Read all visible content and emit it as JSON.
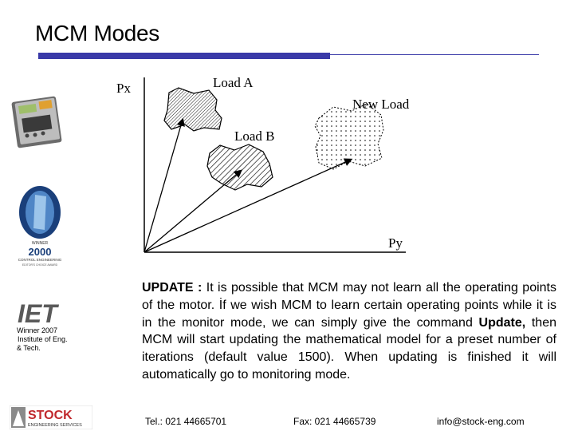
{
  "title": "MCM Modes",
  "diagram": {
    "axis_y_label": "Px",
    "axis_x_label": "Py",
    "load_a_label": "Load A",
    "load_b_label": "Load B",
    "new_load_label": "New Load"
  },
  "body": {
    "update_heading": "UPDATE :",
    "text_part1": " It is possible that MCM may not learn all the operating points of the motor. İf we wish MCM to learn certain operating points while it is in the monitor mode, we can simply give the command ",
    "update_bold": "Update,",
    "text_part2": " then MCM will start updating the mathematical model for a preset number of iterations (default value 1500). When updating is finished it will automatically go to monitoring mode."
  },
  "footer": {
    "tel": "Tel.: 021 44665701",
    "fax": "Fax: 021 44665739",
    "email": "info@stock-eng.com"
  },
  "logos": {
    "award_winner": "WINNER",
    "award_year": "2000",
    "award_org": "CONTROL ENGINEERING",
    "award_sub": "EDITOR'S CHOICE AWARD",
    "iet_text": "IET",
    "iet_caption_1": "Winner 2007",
    "iet_caption_2": "Institute of Eng.",
    "iet_caption_3": "& Tech.",
    "stock_name": "STOCK",
    "stock_sub": "ENGINEERING SERVICES"
  },
  "colors": {
    "title_bar": "#3a3aa8",
    "stock_red": "#c0282d"
  }
}
